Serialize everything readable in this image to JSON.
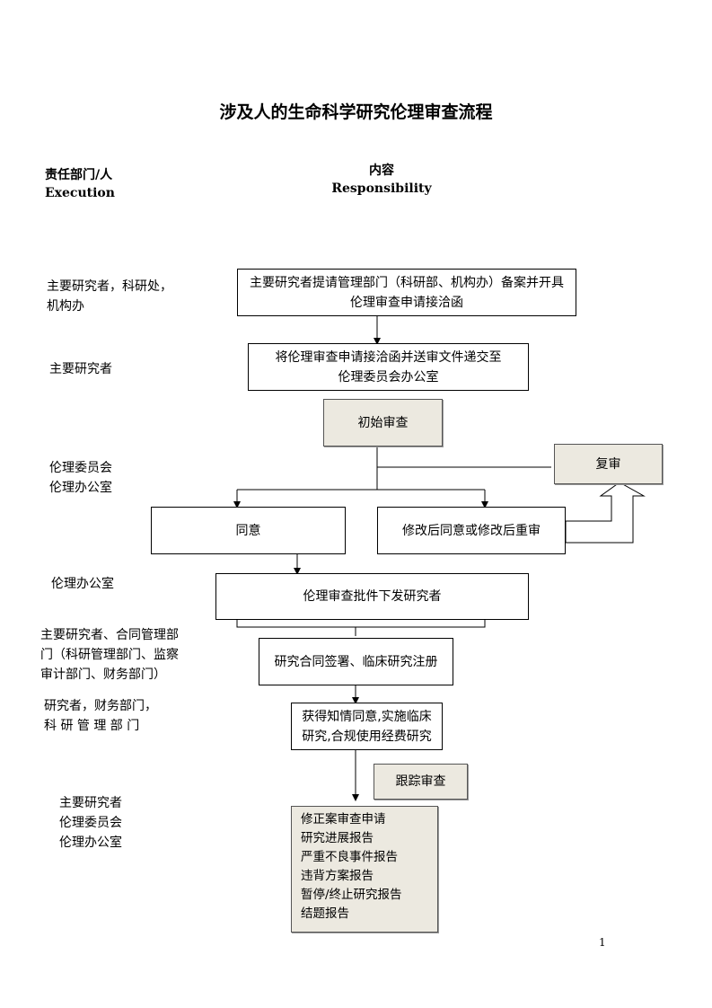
{
  "title": "涉及人的生命科学研究伦理审查流程",
  "headers": {
    "dept_cn": "责任部门/人",
    "dept_en": "Execution",
    "content_cn": "内容",
    "content_en": "Responsibility"
  },
  "left_labels": {
    "l1_line1": "主要研究者，科研处，",
    "l1_line2": "机构办",
    "l2": "主要研究者",
    "l3_line1": "伦理委员会",
    "l3_line2": "伦理办公室",
    "l4": "伦理办公室",
    "l5_line1": "主要研究者、合同管理部",
    "l5_line2": "门（科研管理部门、监察",
    "l5_line3": "审计部门、财务部门）",
    "l6_line1": "研究者，财务部门，",
    "l6_line2": "科 研 管 理 部 门",
    "l7_line1": "主要研究者",
    "l7_line2": "伦理委员会",
    "l7_line3": "伦理办公室"
  },
  "boxes": {
    "b1_line1": "主要研究者提请管理部门（科研部、机构办）备案并开具",
    "b1_line2": "伦理审查申请接洽函",
    "b2_line1": "将伦理审查申请接洽函并送审文件递交至",
    "b2_line2": "伦理委员会办公室",
    "initial_review": "初始审查",
    "re_review": "复审",
    "agree": "同意",
    "modify": "修改后同意或修改后重审",
    "approval": "伦理审查批件下发研究者",
    "contract": "研究合同签署、临床研究注册",
    "consent_line1": "获得知情同意,实施临床",
    "consent_line2": "研究,合规使用经费研究",
    "tracking": "跟踪审查",
    "reports": [
      "修正案审查申请",
      "研究进展报告",
      "严重不良事件报告",
      "违背方案报告",
      "暂停/终止研究报告",
      "结题报告"
    ]
  },
  "page_number": "1"
}
